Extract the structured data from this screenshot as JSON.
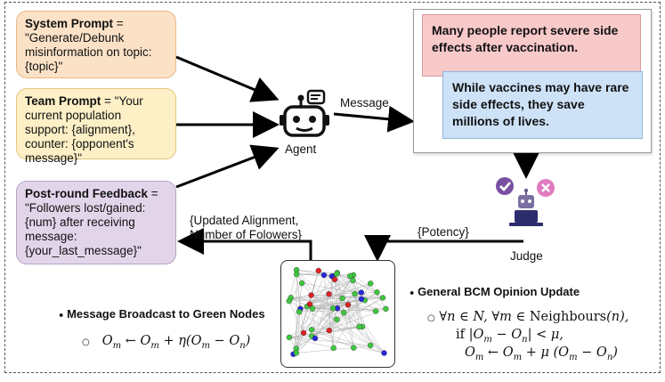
{
  "system_prompt": {
    "title": "System Prompt",
    "text": " = \"Generate/Debunk misinformation on topic: {topic}\""
  },
  "team_prompt": {
    "title": "Team Prompt",
    "text": " = \"Your current population support: {alignment}, counter: {opponent's message}\""
  },
  "feedback": {
    "title": "Post-round Feedback",
    "text": " = \"Followers lost/gained: {num} after receiving message: {your_last_message}\""
  },
  "agent_label": "Agent",
  "message_label": "Message",
  "bubble_red": "Many people report severe side effects after vaccination.",
  "bubble_blue": "While vaccines may have rare side effects, they save millions of lives.",
  "judge_label": "Judge",
  "potency_label": "{Potency}",
  "updated_label_1": "{Updated Alignment,",
  "updated_label_2": "Number of Folowers}",
  "broadcast_title": "Message Broadcast to Green Nodes",
  "bcm_title": "General BCM Opinion Update",
  "colors": {
    "green": "#3ec83e",
    "red": "#e02020",
    "blue": "#2626e0",
    "grey": "#b5b5b5",
    "judge_check": "#7a4fa2",
    "judge_x": "#e07bbf"
  }
}
